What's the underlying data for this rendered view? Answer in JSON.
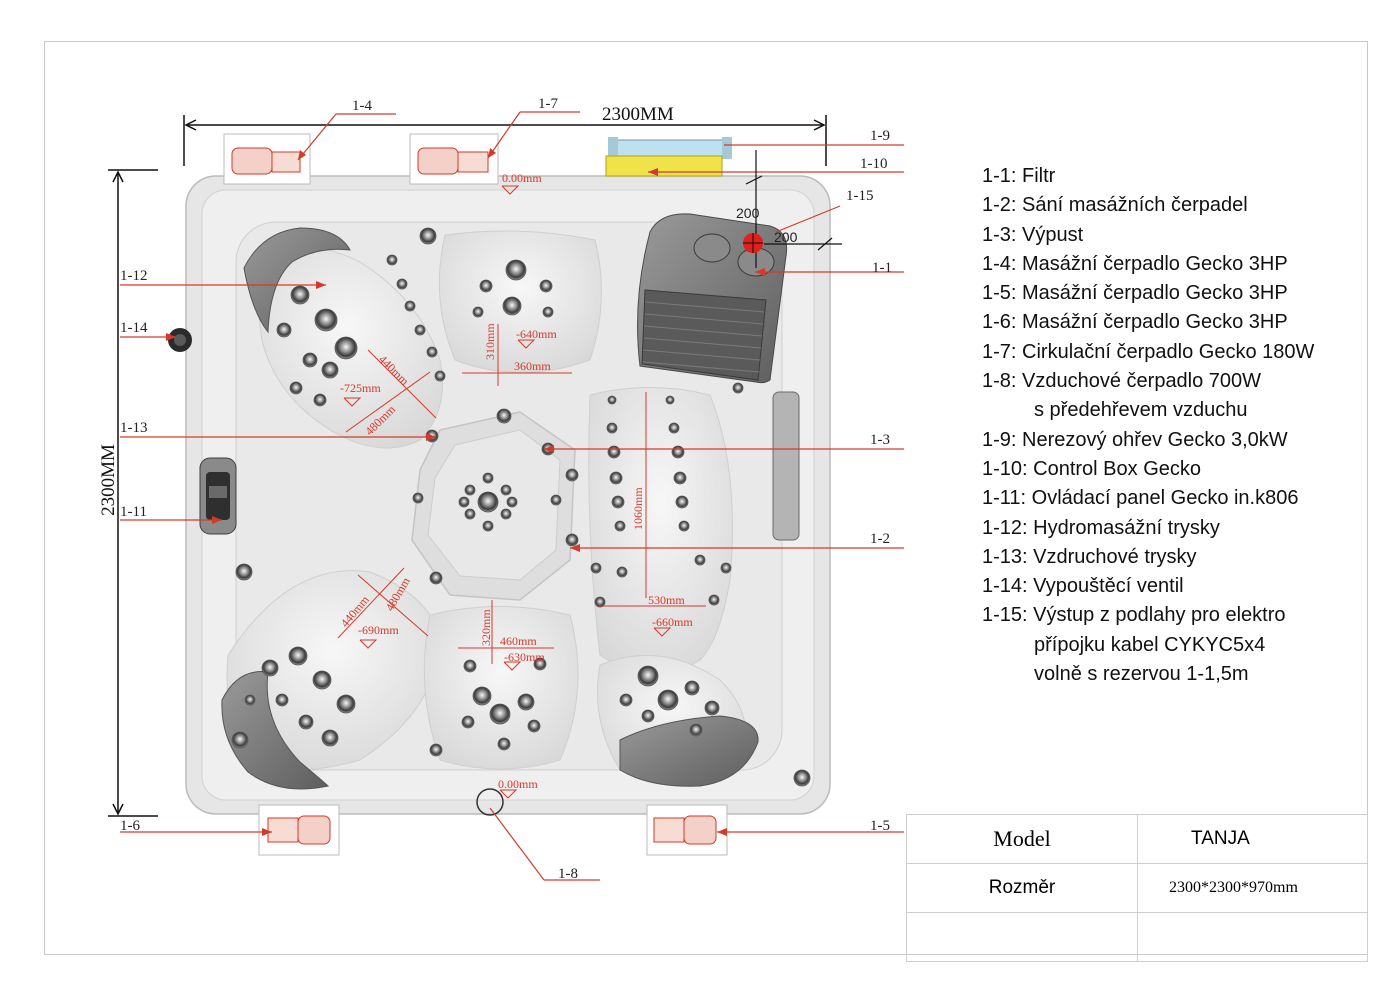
{
  "drawing": {
    "width_label": "2300MM",
    "height_label": "2300MM",
    "callouts": {
      "c1_1": "1-1",
      "c1_2": "1-2",
      "c1_3": "1-3",
      "c1_4": "1-4",
      "c1_5": "1-5",
      "c1_6": "1-6",
      "c1_7": "1-7",
      "c1_8": "1-8",
      "c1_9": "1-9",
      "c1_10": "1-10",
      "c1_11": "1-11",
      "c1_12": "1-12",
      "c1_13": "1-13",
      "c1_14": "1-14",
      "c1_15": "1-15"
    },
    "outlet_dims": {
      "a": "200",
      "b": "200"
    },
    "measurements": {
      "m_top_000": "0.00mm",
      "m_640": "-640mm",
      "m_310": "310mm",
      "m_360": "360mm",
      "m_440_top": "440mm",
      "m_725": "-725mm",
      "m_480_top": "480mm",
      "m_1060": "1060mm",
      "m_440_bot": "440mm",
      "m_480_bot": "480mm",
      "m_690": "-690mm",
      "m_320": "320mm",
      "m_460": "460mm",
      "m_630": "-630mm",
      "m_530": "530mm",
      "m_660": "-660mm",
      "m_bot_000": "0.00mm"
    },
    "colors": {
      "accent": "#d43a2a",
      "shell": "#ececec",
      "seat": "#e4e4e4",
      "dark": "#6e6e6e"
    }
  },
  "legend": [
    {
      "line1": "1-1:  Filtr"
    },
    {
      "line1": "1-2:  Sání masážních čerpadel"
    },
    {
      "line1": "1-3:  Výpust"
    },
    {
      "line1": "1-4:  Masážní čerpadlo Gecko 3HP"
    },
    {
      "line1": "1-5:  Masážní čerpadlo Gecko 3HP"
    },
    {
      "line1": "1-6:  Masážní čerpadlo Gecko 3HP"
    },
    {
      "line1": "1-7:  Cirkulační čerpadlo Gecko 180W"
    },
    {
      "line1": "1-8:  Vzduchové čerpadlo 700W",
      "line2": "s předehřevem vzduchu"
    },
    {
      "line1": "1-9:  Nerezový ohřev Gecko 3,0kW"
    },
    {
      "line1": "1-10: Control Box Gecko"
    },
    {
      "line1": "1-11: Ovládací panel Gecko in.k806"
    },
    {
      "line1": "1-12: Hydromasážní trysky"
    },
    {
      "line1": "1-13: Vzdruchové trysky"
    },
    {
      "line1": "1-14: Vypouštěcí ventil"
    },
    {
      "line1": "1-15: Výstup z podlahy pro elektro",
      "line2": "přípojku kabel CYKYC5x4",
      "line3": "volně s rezervou 1-1,5m"
    }
  ],
  "info": {
    "model_label": "Model",
    "model_value": "TANJA",
    "dimension_label": "Rozměr",
    "dimension_value": "2300*2300*970mm"
  }
}
